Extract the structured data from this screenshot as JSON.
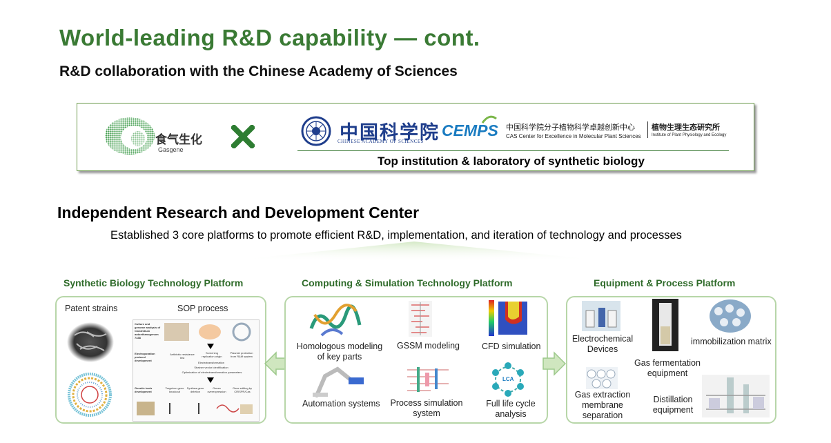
{
  "header": {
    "title": "World-leading R&D capability — cont.",
    "subtitle": "R&D collaboration with the Chinese Academy of Sciences"
  },
  "collaboration": {
    "gasgene_cn": "食气生化",
    "gasgene_en": "Gasgene",
    "cas_cn": "中国科学院",
    "cas_en": "CHINESE ACADEMY OF SCIENCES",
    "cemps": "CEMPS",
    "cemps_cn": "中国科学院分子植物科学卓越创新中心",
    "cemps_en": "CAS Center for Excellence in Molecular Plant Sciences",
    "ippe_cn": "植物生理生态研究所",
    "ippe_en": "Institute of Plant Physiology and Ecology",
    "tagline": "Top institution & laboratory of synthetic biology"
  },
  "center": {
    "title": "Independent Research and Development Center",
    "description": "Established 3 core platforms to promote efficient R&D, implementation, and iteration of technology and processes"
  },
  "platforms": {
    "synbio": {
      "title": "Synthetic Biology Technology Platform",
      "patent_strains": "Patent strains",
      "sop_process": "SOP process",
      "sop_steps": {
        "culture": "Culture and genome analysis of Clostridium autoethanogenum 7438",
        "electro": "Electroporation protocol development",
        "genetic": "Genetic tools development",
        "antibiotic": "Antibiotic resistance test",
        "screening": "Screening replication origin",
        "plasmid": "Plasmid protection from R&M system",
        "electrotrans": "Electrotransformation",
        "strain_id": "Strainer vector identification",
        "optimization": "Optimization of electrotransformation parameters",
        "targetron": "Targetron gene knockout",
        "syntheo": "Synthea gene deletion",
        "genes_over": "Genes overexpression",
        "gene_edit": "Gene editing by CRISPR/Cas"
      }
    },
    "computing": {
      "title": "Computing & Simulation Technology Platform",
      "homologous": "Homologous modeling of key parts",
      "gssm": "GSSM modeling",
      "cfd": "CFD simulation",
      "automation": "Automation systems",
      "process_sim": "Process simulation system",
      "lca": "Full life cycle analysis",
      "lca_badge": "LCA"
    },
    "equipment": {
      "title": "Equipment & Process Platform",
      "electrochemical": "Electrochemical Devices",
      "gas_fermentation": "Gas fermentation equipment",
      "immobilization": "immobilization matrix",
      "gas_extraction": "Gas extraction membrane separation",
      "distillation": "Distillation equipment"
    }
  },
  "colors": {
    "title_green": "#3a7a34",
    "platform_green": "#2f6b2a",
    "box_border": "#b7d6a8",
    "cas_blue": "#1f3e8c",
    "cemps_blue": "#1b7cc1",
    "x_green": "#2e7d32"
  }
}
